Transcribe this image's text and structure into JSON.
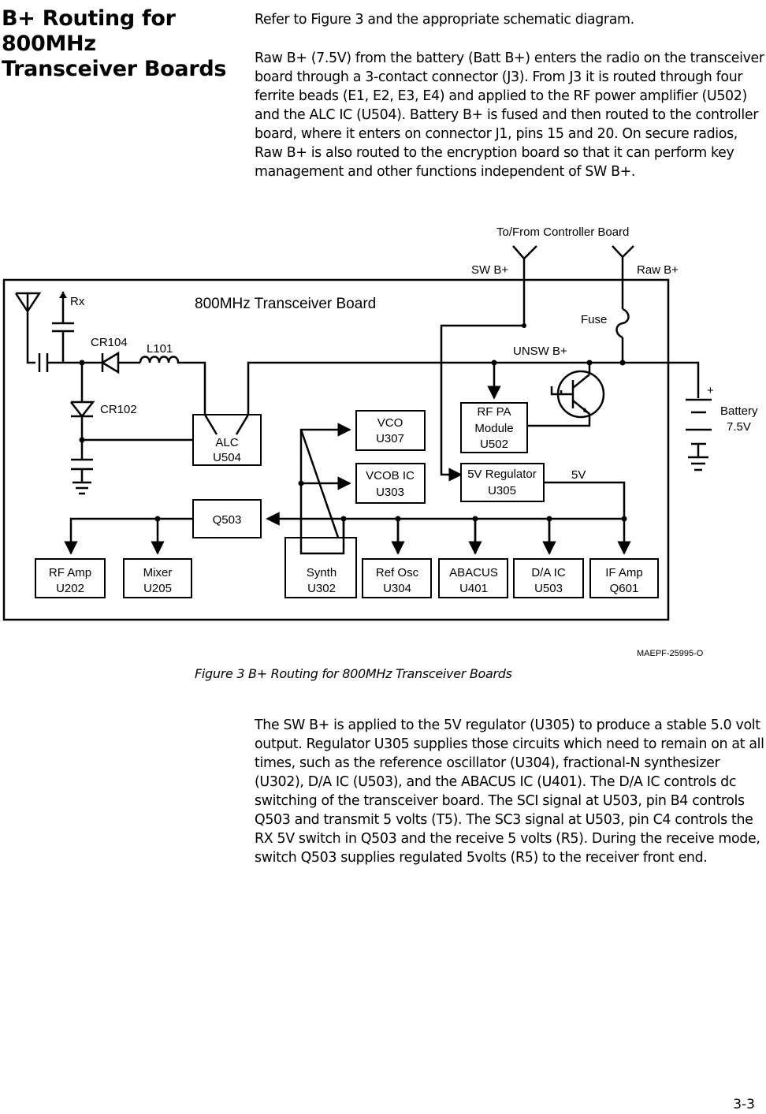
{
  "heading": "B+ Routing for 800MHz Transceiver Boards",
  "paragraphs": [
    "Refer to Figure 3 and the appropriate schematic diagram.",
    "Raw B+ (7.5V) from the battery (Batt B+) enters the radio on the transceiver board through a 3-contact connector (J3). From J3 it is routed through four ferrite beads (E1, E2, E3, E4) and applied to the RF power amplifier (U502) and the ALC IC (U504). Battery B+ is fused and then routed to the controller board, where it enters on connector J1, pins 15 and 20. On secure radios, Raw B+ is also routed to the encryption board so that it can perform key management and other functions independent of SW B+.",
    "The SW B+ is applied to the 5V regulator (U305) to produce a stable 5.0 volt output. Regulator U305 supplies those circuits which need to remain on at all times, such as the reference oscillator (U304), fractional-N synthesizer (U302), D/A IC (U503), and the ABACUS IC (U401). The D/A IC controls dc switching of the transceiver board. The SCI signal at U503, pin B4 controls Q503 and transmit 5 volts (T5). The SC3 signal at U503, pin C4 controls the RX 5V switch in Q503 and the receive 5 volts (R5). During the receive mode, switch Q503 supplies regulated 5volts (R5) to the receiver front end."
  ],
  "figure": {
    "board_title": "800MHz Transceiver Board",
    "controller_label": "To/From Controller Board",
    "sw_b_label": "SW B+",
    "raw_b_label": "Raw B+",
    "fuse_label": "Fuse",
    "unsw_label": "UNSW B+",
    "rx_label": "Rx",
    "cr104_label": "CR104",
    "l101_label": "L101",
    "cr102_label": "CR102",
    "battery_label": "Battery",
    "battery_voltage": "7.5V",
    "battery_plus": "+",
    "five_v_label": "5V",
    "code": "MAEPF-25995-O",
    "blocks": {
      "vco": [
        "VCO",
        "U307"
      ],
      "vcob": [
        "VCOB IC",
        "U303"
      ],
      "alc": [
        "ALC",
        "U504"
      ],
      "rfpa": [
        "RF PA",
        "Module",
        "U502"
      ],
      "reg": [
        "5V Regulator",
        "U305"
      ],
      "q503": [
        "Q503"
      ],
      "rfamp": [
        "RF Amp",
        "U202"
      ],
      "mixer": [
        "Mixer",
        "U205"
      ],
      "synth": [
        "Synth",
        "U302"
      ],
      "refosc": [
        "Ref Osc",
        "U304"
      ],
      "abacus": [
        "ABACUS",
        "U401"
      ],
      "da": [
        "D/A IC",
        "U503"
      ],
      "ifamp": [
        "IF Amp",
        "Q601"
      ]
    }
  },
  "caption": "Figure 3  B+ Routing for 800MHz Transceiver Boards",
  "page_number": "3-3"
}
